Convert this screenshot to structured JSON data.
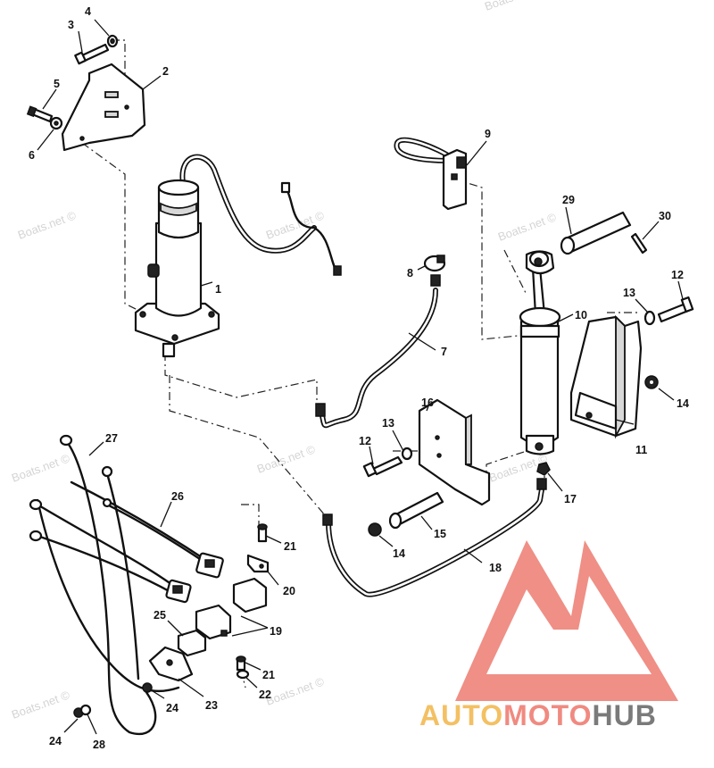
{
  "watermark": "Boats.net ©",
  "brand": {
    "part_auto": "AUTO",
    "part_moto": "MOTO",
    "part_hub": "HUB",
    "color_auto": "#f3c063",
    "color_moto": "#f08a80",
    "color_hub": "#7a7a7a",
    "logo_color": "#ef8f86"
  },
  "callouts": [
    "1",
    "2",
    "3",
    "4",
    "5",
    "6",
    "7",
    "8",
    "9",
    "10",
    "11",
    "12",
    "12",
    "13",
    "13",
    "14",
    "14",
    "15",
    "16",
    "17",
    "18",
    "19",
    "20",
    "21",
    "21",
    "22",
    "23",
    "24",
    "24",
    "25",
    "26",
    "27",
    "28",
    "29",
    "30"
  ]
}
